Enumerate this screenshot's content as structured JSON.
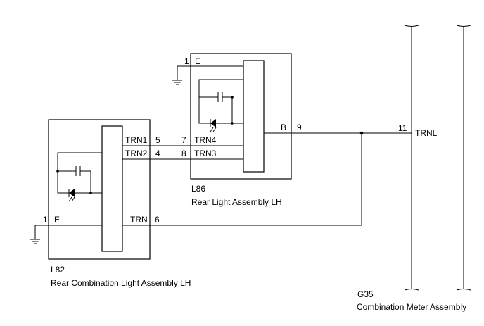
{
  "components": {
    "l82": {
      "code": "L82",
      "name": "Rear Combination Light Assembly LH",
      "pins": [
        {
          "num": "5",
          "label": "TRN1"
        },
        {
          "num": "4",
          "label": "TRN2"
        },
        {
          "num": "6",
          "label": "TRN"
        },
        {
          "num": "1",
          "label": "E"
        }
      ]
    },
    "l86": {
      "code": "L86",
      "name": "Rear Light Assembly LH",
      "pins": [
        {
          "num": "1",
          "label": "E"
        },
        {
          "num": "7",
          "label": "TRN4"
        },
        {
          "num": "8",
          "label": "TRN3"
        },
        {
          "num": "9",
          "label": "B"
        }
      ]
    },
    "g35": {
      "code": "G35",
      "name": "Combination Meter Assembly",
      "pins": [
        {
          "num": "11",
          "label": "TRNL"
        }
      ]
    }
  }
}
